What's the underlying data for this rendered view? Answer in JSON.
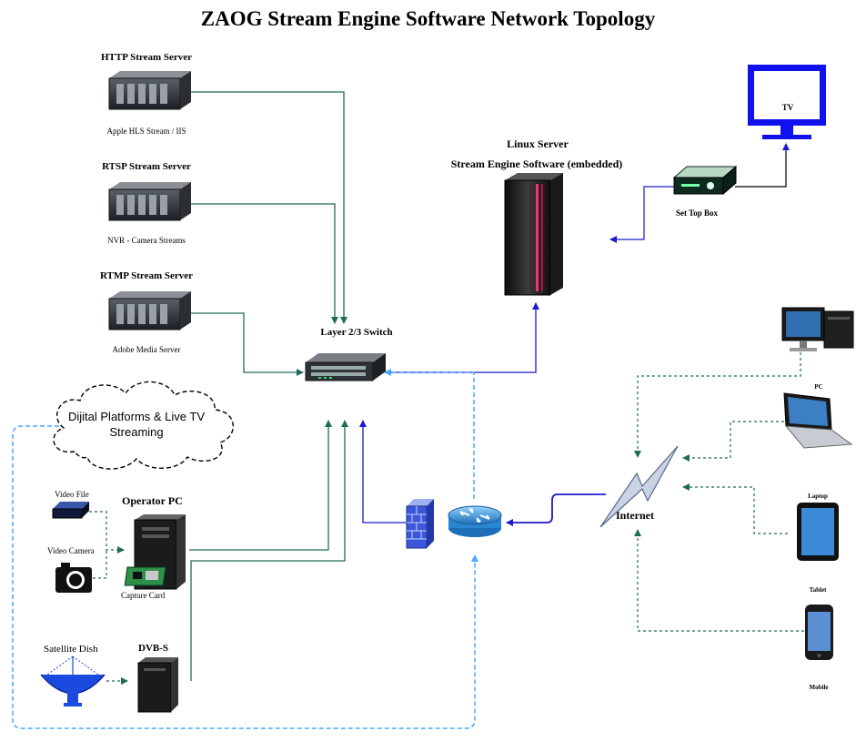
{
  "title": "ZAOG Stream Engine Software Network Topology",
  "servers": [
    {
      "name": "HTTP Stream Server",
      "caption": "Apple HLS Stream / IIS"
    },
    {
      "name": "RTSP Stream Server",
      "caption": "NVR - Camera Streams"
    },
    {
      "name": "RTMP Stream Server",
      "caption": "Adobe Media Server"
    }
  ],
  "switch_label": "Layer 2/3 Switch",
  "linux": {
    "line1": "Linux Server",
    "line2": "Stream Engine Software (embedded)"
  },
  "tv_label": "TV",
  "stb_label": "Set Top Box",
  "cloud_text": "Dijital Platforms & Live TV Streaming",
  "operator_pc": "Operator PC",
  "video_file": "Video File",
  "video_camera": "Video Camera",
  "capture_card": "Capture Card",
  "satellite_dish": "Satellite Dish",
  "dvbs": "DVB-S",
  "internet": "Internet",
  "clients": {
    "pc": "PC",
    "laptop": "Laptop",
    "tablet": "Tablet",
    "mobile": "Mobile"
  },
  "colors": {
    "teal": "#1f6b5a",
    "blue": "#1a1acc",
    "lightblue": "#4da6ff",
    "tv": "#1111ee"
  }
}
